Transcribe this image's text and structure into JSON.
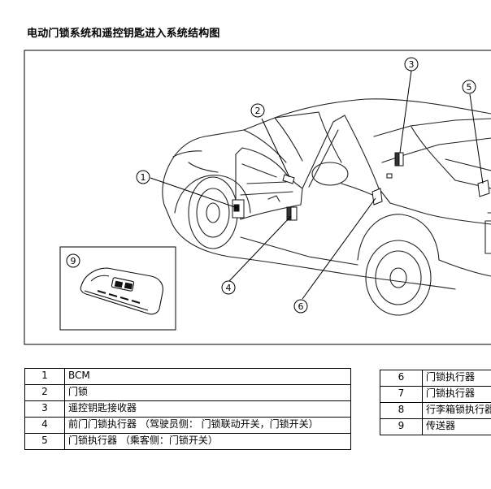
{
  "title": "电动门锁系统和遥控钥匙进入系统结构图",
  "callouts": {
    "c1": "1",
    "c2": "2",
    "c3": "3",
    "c4": "4",
    "c5": "5",
    "c6": "6",
    "c9": "9"
  },
  "parts_left": [
    {
      "num": "1",
      "name": "BCM"
    },
    {
      "num": "2",
      "name": "门锁"
    },
    {
      "num": "3",
      "name": "遥控钥匙接收器"
    },
    {
      "num": "4",
      "name": "前门门锁执行器 （驾驶员侧： 门锁联动开关，门锁开关）"
    },
    {
      "num": "5",
      "name": "门锁执行器 （乘客侧：门锁开关）"
    }
  ],
  "parts_right": [
    {
      "num": "6",
      "name": "门锁执行器"
    },
    {
      "num": "7",
      "name": "门锁执行器"
    },
    {
      "num": "8",
      "name": "行李箱锁执行器"
    },
    {
      "num": "9",
      "name": "传送器"
    }
  ]
}
